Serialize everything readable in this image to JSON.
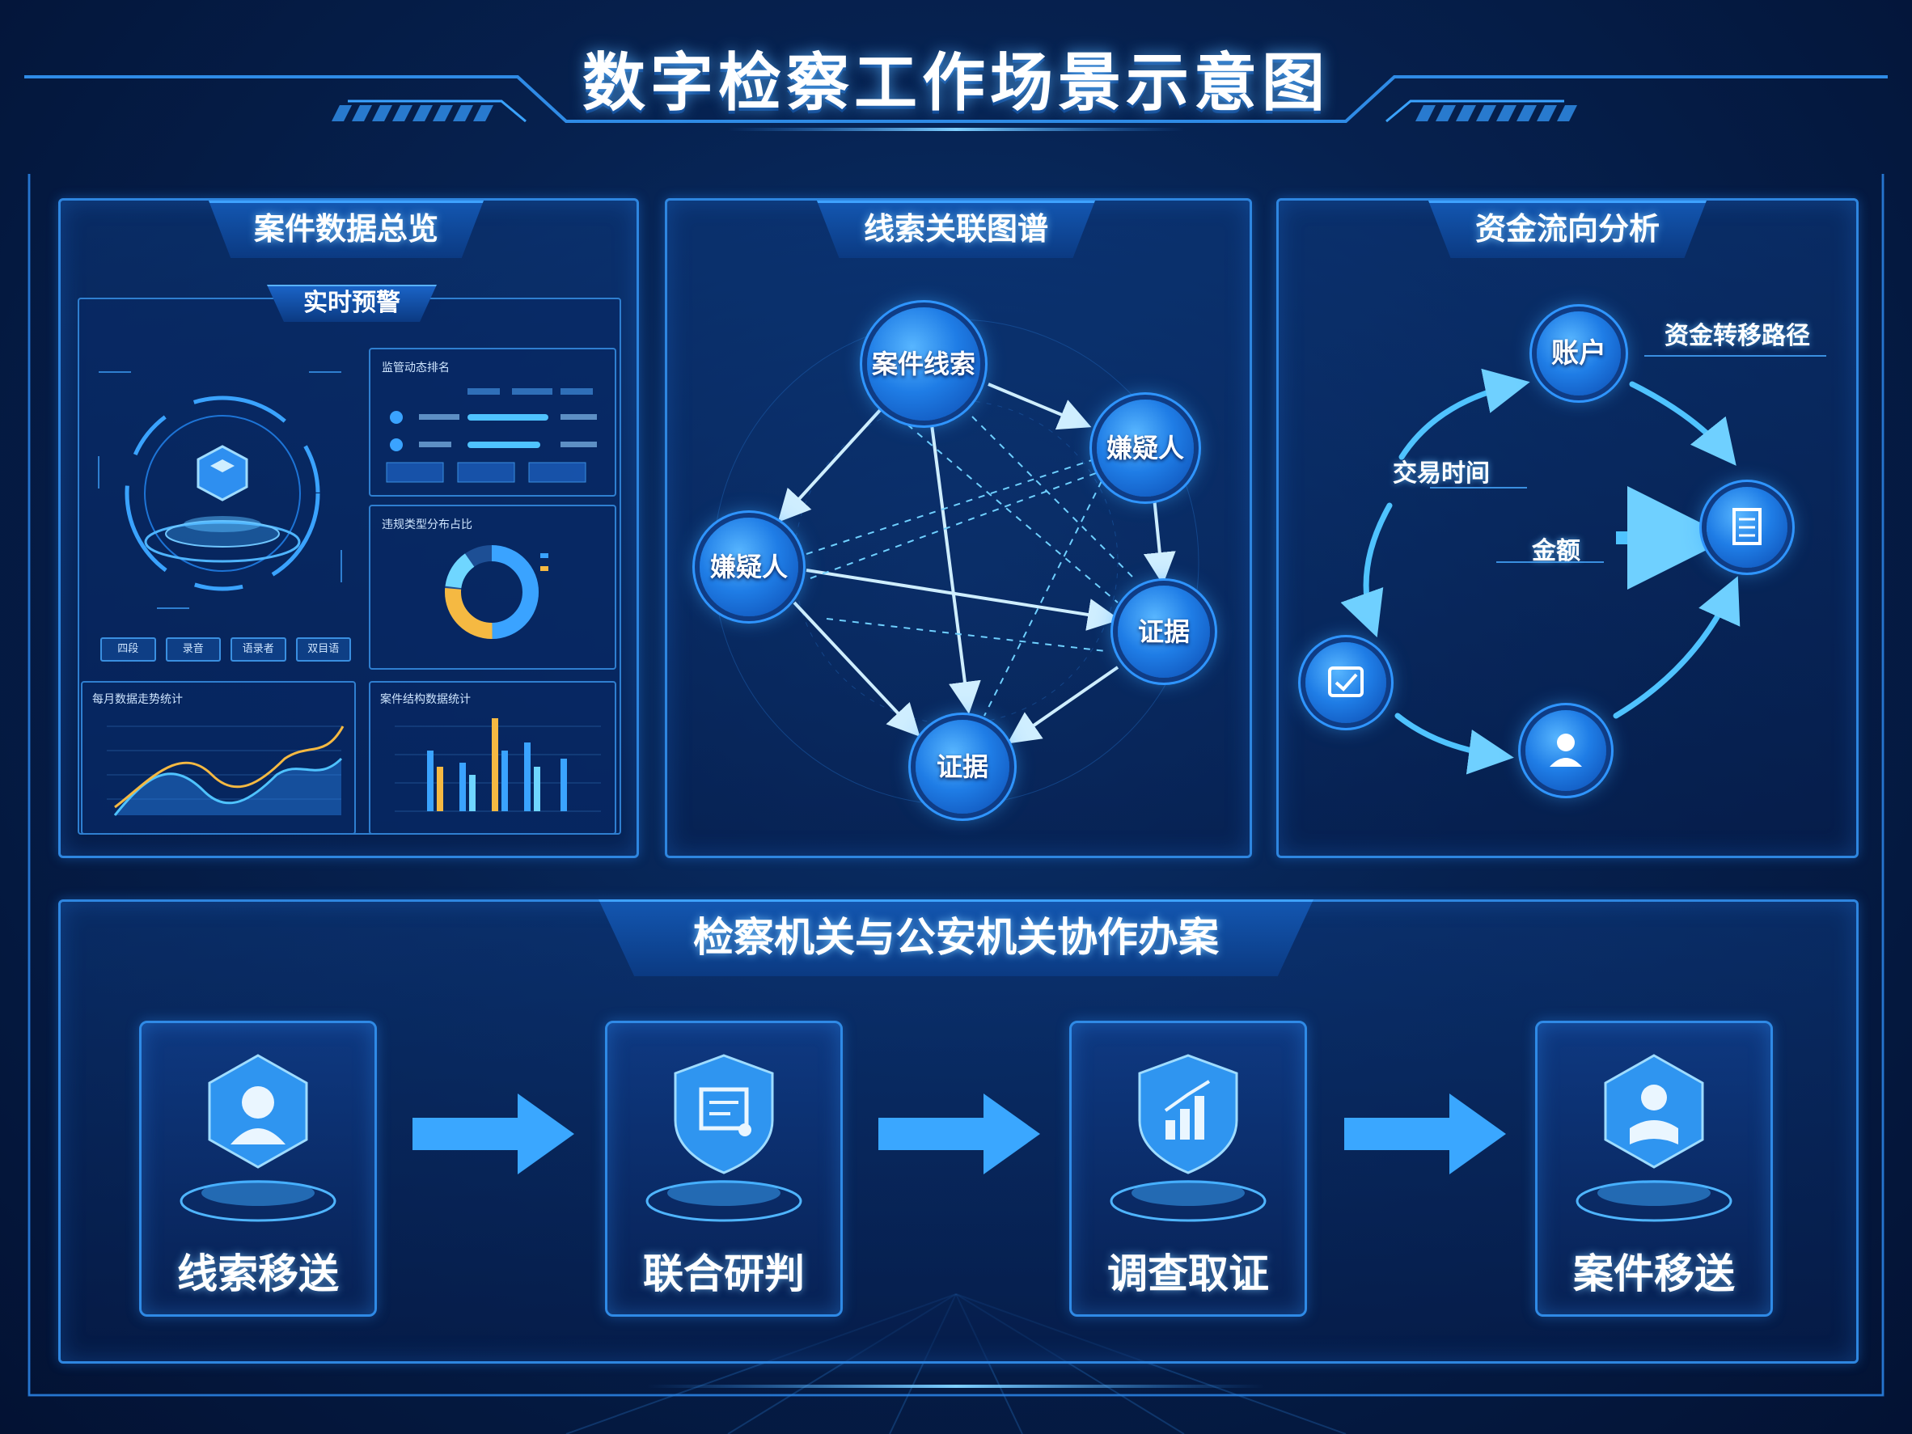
{
  "page": {
    "title": "数字检察工作场景示意图"
  },
  "panels": {
    "overview": {
      "title": "案件数据总览",
      "alert_tab": "实时预警",
      "buttons": [
        "四段",
        "录音",
        "语录者",
        "双目语"
      ],
      "line_chart": {
        "title": "每月数据走势统计"
      },
      "bar_chart": {
        "title": "案件结构数据统计"
      },
      "donut": {
        "title": "违规类型分布占比"
      },
      "list_box": {
        "title": "监管动态排名"
      }
    },
    "graph": {
      "title": "线索关联图谱",
      "nodes": [
        "案件线索",
        "嫌疑人",
        "嫌疑人",
        "证据",
        "证据"
      ]
    },
    "funds": {
      "title": "资金流向分析",
      "account_label": "账户",
      "path_label": "资金转移路径",
      "time_label": "交易时间",
      "amount_label": "金额"
    }
  },
  "collab": {
    "title": "检察机关与公安机关协作办案",
    "steps": [
      {
        "label": "线索移送",
        "icon": "reader-shield-icon"
      },
      {
        "label": "联合研判",
        "icon": "document-shield-icon"
      },
      {
        "label": "调查取证",
        "icon": "chart-shield-icon"
      },
      {
        "label": "案件移送",
        "icon": "person-book-icon"
      }
    ]
  },
  "colors": {
    "accent": "#2f95ff",
    "background": "#06214f",
    "highlight": "#f5b942"
  }
}
